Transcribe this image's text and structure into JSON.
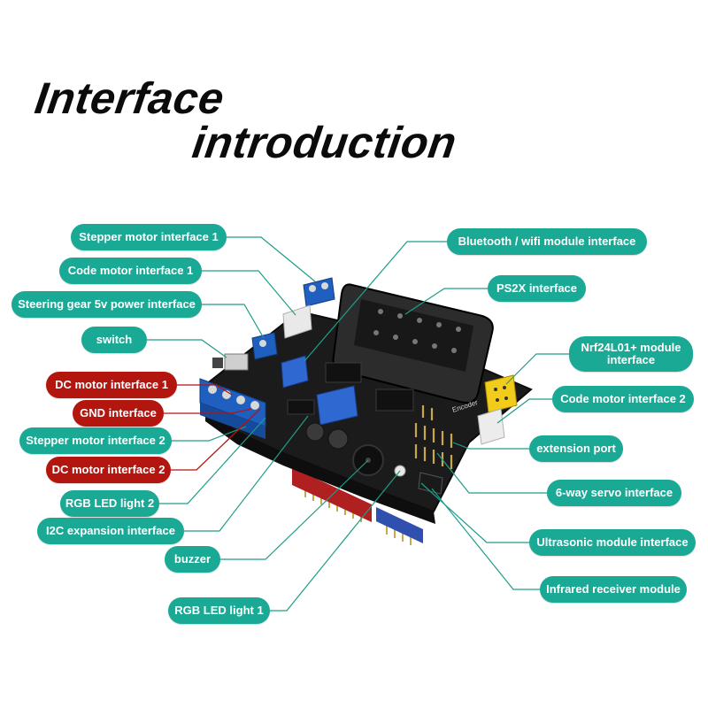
{
  "title": {
    "line1": "Interface",
    "line2": "introduction"
  },
  "colors": {
    "callout_teal": "#19a995",
    "callout_red": "#b3150f",
    "leader_teal": "#1e9e8a",
    "leader_red": "#b3150f",
    "board": "#1b1b1b"
  },
  "board_marking": "Encoder",
  "callouts": [
    {
      "id": "stepper-1",
      "label": "Stepper motor interface 1",
      "style": "teal"
    },
    {
      "id": "code-motor-1",
      "label": "Code motor interface 1",
      "style": "teal"
    },
    {
      "id": "steering-gear",
      "label": "Steering gear 5v power interface",
      "style": "teal"
    },
    {
      "id": "switch",
      "label": "switch",
      "style": "teal"
    },
    {
      "id": "dc-motor-1",
      "label": "DC motor interface 1",
      "style": "red"
    },
    {
      "id": "gnd",
      "label": "GND interface",
      "style": "red"
    },
    {
      "id": "stepper-2",
      "label": "Stepper motor interface 2",
      "style": "teal"
    },
    {
      "id": "dc-motor-2",
      "label": "DC motor interface 2",
      "style": "red"
    },
    {
      "id": "rgb-2",
      "label": "RGB LED light 2",
      "style": "teal"
    },
    {
      "id": "i2c",
      "label": "I2C expansion interface",
      "style": "teal"
    },
    {
      "id": "buzzer",
      "label": "buzzer",
      "style": "teal"
    },
    {
      "id": "rgb-1",
      "label": "RGB LED light 1",
      "style": "teal"
    },
    {
      "id": "bluetooth",
      "label": "Bluetooth / wifi module interface",
      "style": "teal"
    },
    {
      "id": "ps2x",
      "label": "PS2X interface",
      "style": "teal"
    },
    {
      "id": "nrf",
      "label": "Nrf24L01+ module interface",
      "style": "teal"
    },
    {
      "id": "code-motor-2",
      "label": "Code motor interface 2",
      "style": "teal"
    },
    {
      "id": "extension",
      "label": "extension port",
      "style": "teal"
    },
    {
      "id": "servo",
      "label": "6-way servo interface",
      "style": "teal"
    },
    {
      "id": "ultrasonic",
      "label": "Ultrasonic module interface",
      "style": "teal"
    },
    {
      "id": "infrared",
      "label": "Infrared receiver module",
      "style": "teal"
    }
  ]
}
